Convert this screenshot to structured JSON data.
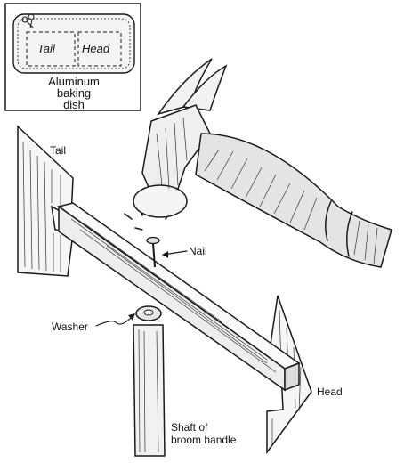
{
  "inset": {
    "tail_label": "Tail",
    "head_label": "Head",
    "caption_line1": "Aluminum",
    "caption_line2": "baking",
    "caption_line3": "dish"
  },
  "labels": {
    "tail": "Tail",
    "nail": "Nail",
    "washer": "Washer",
    "head": "Head",
    "shaft_line1": "Shaft of",
    "shaft_line2": "broom handle"
  },
  "colors": {
    "ink": "#1a1a1a",
    "paper": "#ffffff"
  }
}
